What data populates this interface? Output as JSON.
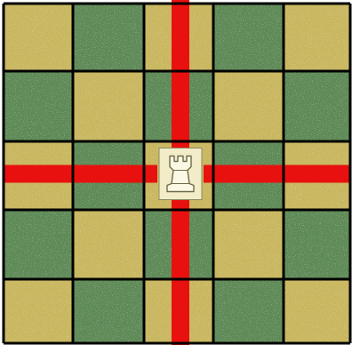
{
  "board": {
    "rows": 5,
    "cols": 5,
    "colors": {
      "light": "#c9b75e",
      "dark": "#5d8a57",
      "grid": "#000000",
      "move": "#e8110f",
      "piece": "#f2ecc8",
      "piece_outline": "#8c8a60"
    },
    "squares": [
      [
        "light",
        "dark",
        "light",
        "dark",
        "light"
      ],
      [
        "dark",
        "light",
        "dark",
        "light",
        "dark"
      ],
      [
        "light",
        "dark",
        "light",
        "dark",
        "light"
      ],
      [
        "dark",
        "light",
        "dark",
        "light",
        "dark"
      ],
      [
        "light",
        "dark",
        "light",
        "dark",
        "light"
      ]
    ]
  },
  "piece": {
    "type": "rook-icon",
    "color": "white",
    "row": 2,
    "col": 2
  },
  "moves": {
    "directions": [
      "up",
      "down",
      "left",
      "right"
    ]
  }
}
